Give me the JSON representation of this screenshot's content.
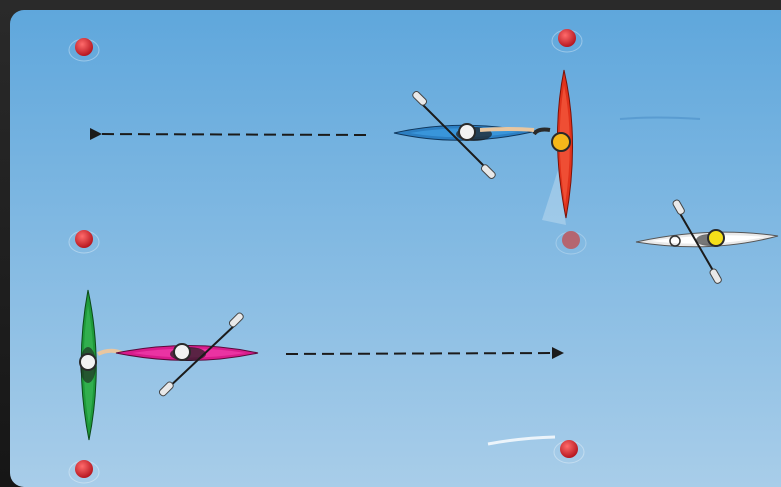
{
  "scene": {
    "water_top_color": "#5fa7dc",
    "water_bottom_color": "#a8cde9",
    "arrow_color": "#1b1b1b",
    "buoys": [
      {
        "id": "buoy-1",
        "color": "#d91c24"
      },
      {
        "id": "buoy-2",
        "color": "#d91c24"
      },
      {
        "id": "buoy-3",
        "color": "#d91c24"
      },
      {
        "id": "buoy-4",
        "color": "#d91c24"
      },
      {
        "id": "buoy-5",
        "color": "#c64a4a"
      },
      {
        "id": "buoy-6",
        "color": "#d91c24"
      },
      {
        "id": "buoy-7",
        "color": "#d91c24"
      }
    ],
    "kayaks": [
      {
        "id": "red-kayak",
        "hull": "#e0321c",
        "deck": "#f2553b",
        "paddler_helmet": "#f5b71a"
      },
      {
        "id": "blue-kayak",
        "hull": "#2c7fc3",
        "deck": "#3d9be0",
        "paddler_helmet": "#f2f2f2"
      },
      {
        "id": "white-kayak",
        "hull": "#e9e9e9",
        "deck": "#ffffff",
        "paddler_helmet": "#f5df1a"
      },
      {
        "id": "green-kayak",
        "hull": "#1f9a3a",
        "deck": "#36b454",
        "paddler_helmet": "#f2f2f2"
      },
      {
        "id": "pink-kayak",
        "hull": "#d81b8c",
        "deck": "#ef3aa7",
        "paddler_helmet": "#f2f2f2"
      }
    ]
  }
}
